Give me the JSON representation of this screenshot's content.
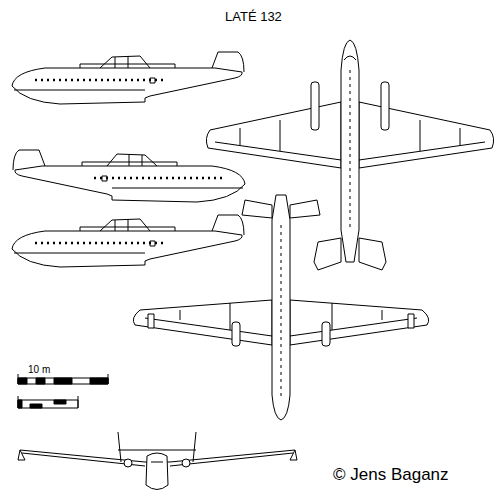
{
  "diagram": {
    "title": "LATÉ 132",
    "labels": [
      "10 m",
      "© Jens Baganz"
    ]
  }
}
